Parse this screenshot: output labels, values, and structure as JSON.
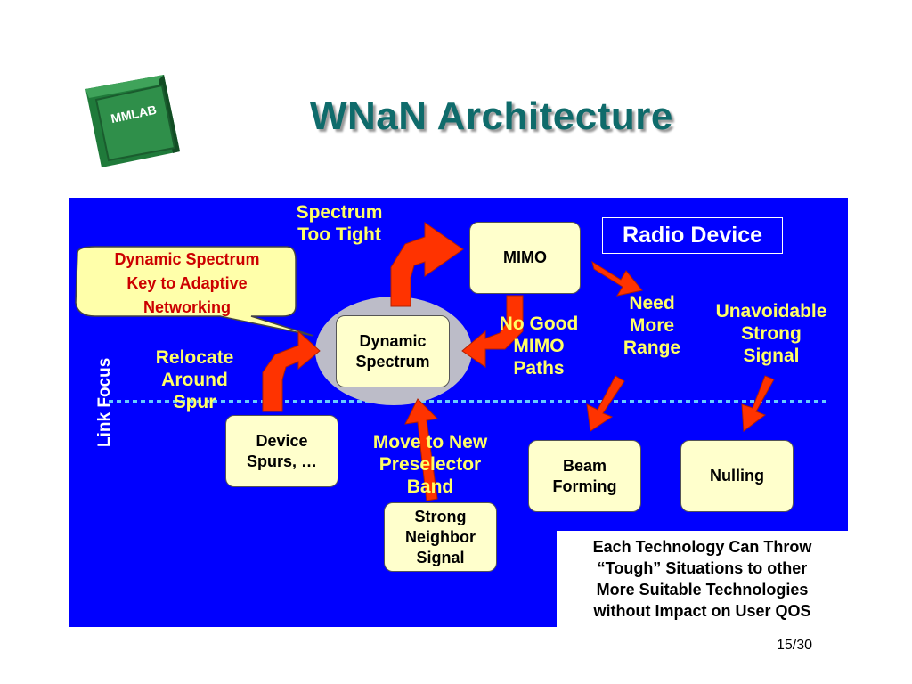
{
  "logo": {
    "text": "MMLAB"
  },
  "title": "WNaN Architecture",
  "radio_device": "Radio Device",
  "link_focus": "Link Focus",
  "callout": {
    "line1": "Dynamic Spectrum",
    "line2": "Key to Adaptive",
    "line3": "Networking"
  },
  "nodes": {
    "mimo": "MIMO",
    "dynamic_spectrum": {
      "line1": "Dynamic",
      "line2": "Spectrum"
    },
    "device_spurs": {
      "line1": "Device",
      "line2": "Spurs, …"
    },
    "beam_forming": {
      "line1": "Beam",
      "line2": "Forming"
    },
    "nulling": "Nulling",
    "strong_neighbor": {
      "line1": "Strong",
      "line2": "Neighbor",
      "line3": "Signal"
    }
  },
  "labels": {
    "spectrum_too_tight": {
      "line1": "Spectrum",
      "line2": "Too Tight"
    },
    "no_good_mimo": {
      "line1": "No Good",
      "line2": "MIMO",
      "line3": "Paths"
    },
    "need_more_range": {
      "line1": "Need",
      "line2": "More",
      "line3": "Range"
    },
    "unavoidable": {
      "line1": "Unavoidable",
      "line2": "Strong",
      "line3": "Signal"
    },
    "relocate": {
      "line1": "Relocate",
      "line2": "Around",
      "line3": "Spur"
    },
    "move_to_new": {
      "line1": "Move to New",
      "line2": "Preselector",
      "line3": "Band"
    }
  },
  "note": {
    "line1": "Each Technology Can Throw",
    "line2": "“Tough” Situations to other",
    "line3": "More Suitable Technologies",
    "line4": "without Impact on User QOS"
  },
  "page_number": "15/30",
  "colors": {
    "panel": "#0000ff",
    "node_fill": "#ffffcc",
    "label_yellow": "#ffff66",
    "arrow_red": "#ff2200",
    "title_teal": "#0f6b6b",
    "callout_text": "#cc0000"
  }
}
